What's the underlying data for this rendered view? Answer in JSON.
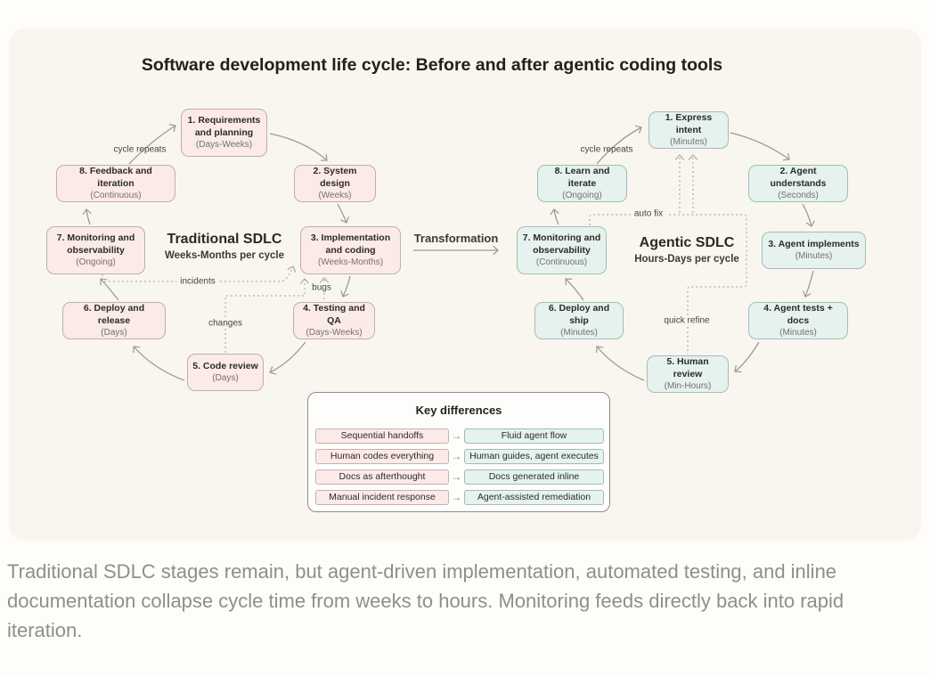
{
  "title": "Software development life cycle: Before and after agentic coding tools",
  "transformation_label": "Transformation",
  "traditional": {
    "name": "Traditional SDLC",
    "cycle_time": "Weeks-Months per cycle",
    "cycle_repeats_label": "cycle repeats",
    "feedback_labels": {
      "incidents": "incidents",
      "bugs": "bugs",
      "changes": "changes"
    },
    "nodes": [
      {
        "title": "1. Requirements and planning",
        "duration": "(Days-Weeks)"
      },
      {
        "title": "2. System design",
        "duration": "(Weeks)"
      },
      {
        "title": "3. Implementation and coding",
        "duration": "(Weeks-Months)"
      },
      {
        "title": "4. Testing and QA",
        "duration": "(Days-Weeks)"
      },
      {
        "title": "5. Code review",
        "duration": "(Days)"
      },
      {
        "title": "6. Deploy and release",
        "duration": "(Days)"
      },
      {
        "title": "7. Monitoring and observability",
        "duration": "(Ongoing)"
      },
      {
        "title": "8. Feedback and iteration",
        "duration": "(Continuous)"
      }
    ]
  },
  "agentic": {
    "name": "Agentic SDLC",
    "cycle_time": "Hours-Days per cycle",
    "cycle_repeats_label": "cycle repeats",
    "feedback_labels": {
      "auto_fix": "auto fix",
      "quick_refine": "quick refine"
    },
    "nodes": [
      {
        "title": "1. Express intent",
        "duration": "(Minutes)"
      },
      {
        "title": "2. Agent understands",
        "duration": "(Seconds)"
      },
      {
        "title": "3. Agent implements",
        "duration": "(Minutes)"
      },
      {
        "title": "4. Agent tests + docs",
        "duration": "(Minutes)"
      },
      {
        "title": "5. Human review",
        "duration": "(Min-Hours)"
      },
      {
        "title": "6. Deploy and ship",
        "duration": "(Minutes)"
      },
      {
        "title": "7. Monitoring and observability",
        "duration": "(Continuous)"
      },
      {
        "title": "8. Learn and iterate",
        "duration": "(Ongoing)"
      }
    ]
  },
  "key_differences": {
    "title": "Key differences",
    "rows": [
      {
        "before": "Sequential handoffs",
        "after": "Fluid agent flow"
      },
      {
        "before": "Human codes everything",
        "after": "Human guides, agent executes"
      },
      {
        "before": "Docs as afterthought",
        "after": "Docs generated inline"
      },
      {
        "before": "Manual incident response",
        "after": "Agent-assisted remediation"
      }
    ]
  },
  "caption": "Traditional SDLC stages remain, but agent-driven implementation, automated testing, and inline documentation collapse cycle time from weeks to hours. Monitoring feeds directly back into rapid iteration.",
  "colors": {
    "traditional_fill": "#fbeae7",
    "traditional_border": "#c2aeaa",
    "agentic_fill": "#e5f2ee",
    "agentic_border": "#a4bdb6",
    "panel_bg": "#f8f6ef",
    "arrow": "#9c9a93",
    "caption_text": "#8f8e88"
  }
}
